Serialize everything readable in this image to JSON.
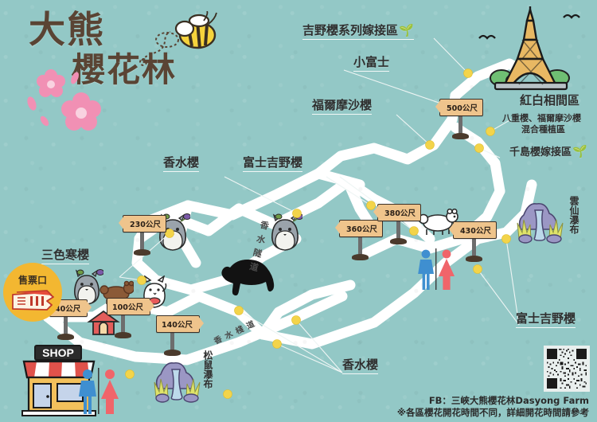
{
  "map": {
    "title_line1": "大熊",
    "title_line2": "櫻花林",
    "background_color": "#93c8c6",
    "path_color": "#ffffff",
    "sign_color": "#efc48c",
    "accent_yellow": "#f3d44a"
  },
  "callouts": [
    {
      "id": "yoshino-graft",
      "text": "吉野櫻系列嫁接區",
      "icon": "sprout-icon"
    },
    {
      "id": "little-fuji",
      "text": "小富士",
      "icon": ""
    },
    {
      "id": "formosa",
      "text": "福爾摩沙櫻",
      "icon": ""
    },
    {
      "id": "perfume-1",
      "text": "香水櫻",
      "icon": ""
    },
    {
      "id": "fuji-yoshino-1",
      "text": "富士吉野櫻",
      "icon": ""
    },
    {
      "id": "red-white",
      "text": "紅白相間區",
      "icon": ""
    },
    {
      "id": "red-white-sub1",
      "text": "八重櫻、福爾摩沙櫻",
      "icon": ""
    },
    {
      "id": "red-white-sub2",
      "text": "混合種植區",
      "icon": ""
    },
    {
      "id": "chishima-graft",
      "text": "千島櫻嫁接區",
      "icon": "sprout-icon"
    },
    {
      "id": "tricolor",
      "text": "三色寒櫻",
      "icon": ""
    },
    {
      "id": "fuji-yoshino-2",
      "text": "富士吉野櫻",
      "icon": ""
    },
    {
      "id": "perfume-2",
      "text": "香水櫻",
      "icon": ""
    }
  ],
  "place_labels": [
    {
      "id": "yunxian-falls",
      "text": "雲仙瀑布"
    },
    {
      "id": "squirrel-falls",
      "text": "松鼠瀑布"
    },
    {
      "id": "perfume-tunnel",
      "text": "香水隧道"
    },
    {
      "id": "perfume-walkway",
      "text": "香水棧道"
    }
  ],
  "signposts": [
    {
      "id": "s40",
      "text": "40公尺"
    },
    {
      "id": "s100",
      "text": "100公尺"
    },
    {
      "id": "s140",
      "text": "140公尺"
    },
    {
      "id": "s230",
      "text": "230公尺"
    },
    {
      "id": "s360",
      "text": "360公尺"
    },
    {
      "id": "s380",
      "text": "380公尺"
    },
    {
      "id": "s430",
      "text": "430公尺"
    },
    {
      "id": "s500",
      "text": "500公尺"
    }
  ],
  "poi": {
    "ticket_office": "售票口",
    "shop": "SHOP"
  },
  "footer": {
    "line1": "FB：三峽大熊櫻花林Dasyong Farm",
    "line2": "※各區櫻花開花時間不同，詳細開花時間請參考"
  }
}
